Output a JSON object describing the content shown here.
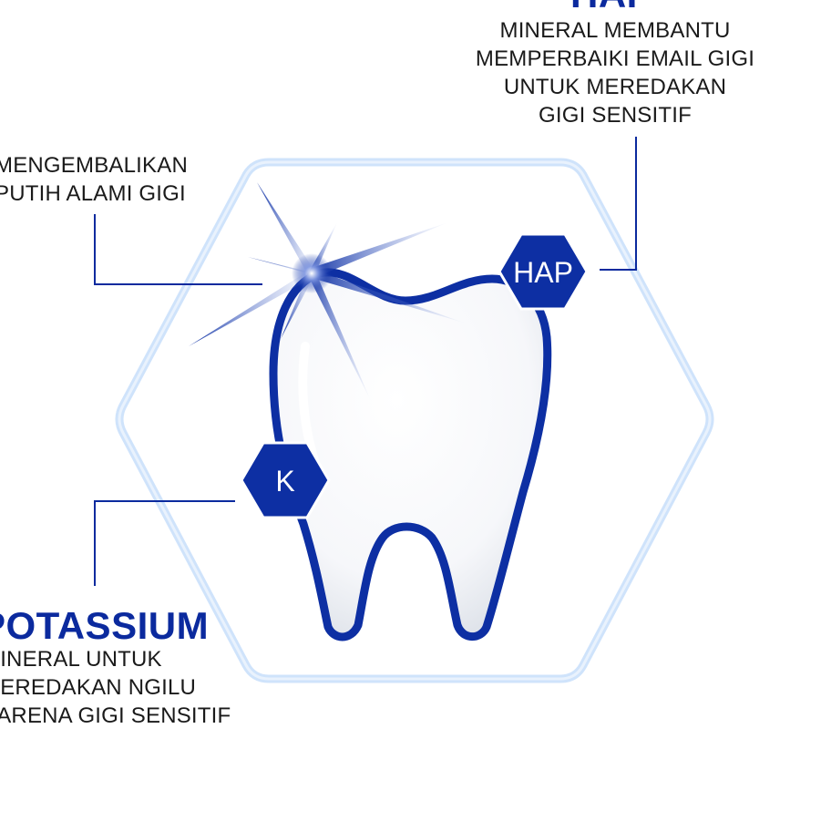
{
  "colors": {
    "brand_blue": "#0b2a9e",
    "tooth_outline": "#0d2fa3",
    "hex_frame": "#cfe3fb",
    "text": "#1a1a1a"
  },
  "hap": {
    "heading": "HAP",
    "lines": [
      "MINERAL MEMBANTU",
      "MEMPERBAIKI EMAIL GIGI",
      "UNTUK MEREDAKAN",
      "GIGI SENSITIF"
    ],
    "badge": "HAP"
  },
  "whitening": {
    "lines": [
      "MENGEMBALIKAN",
      "PUTIH ALAMI GIGI"
    ]
  },
  "potassium": {
    "heading": "POTASSIUM",
    "lines": [
      "MINERAL UNTUK",
      "MEREDAKAN NGILU",
      "KARENA GIGI SENSITIF"
    ],
    "badge": "K"
  },
  "icons": {
    "sparkle": "sparkle-icon",
    "tooth": "tooth-icon"
  }
}
